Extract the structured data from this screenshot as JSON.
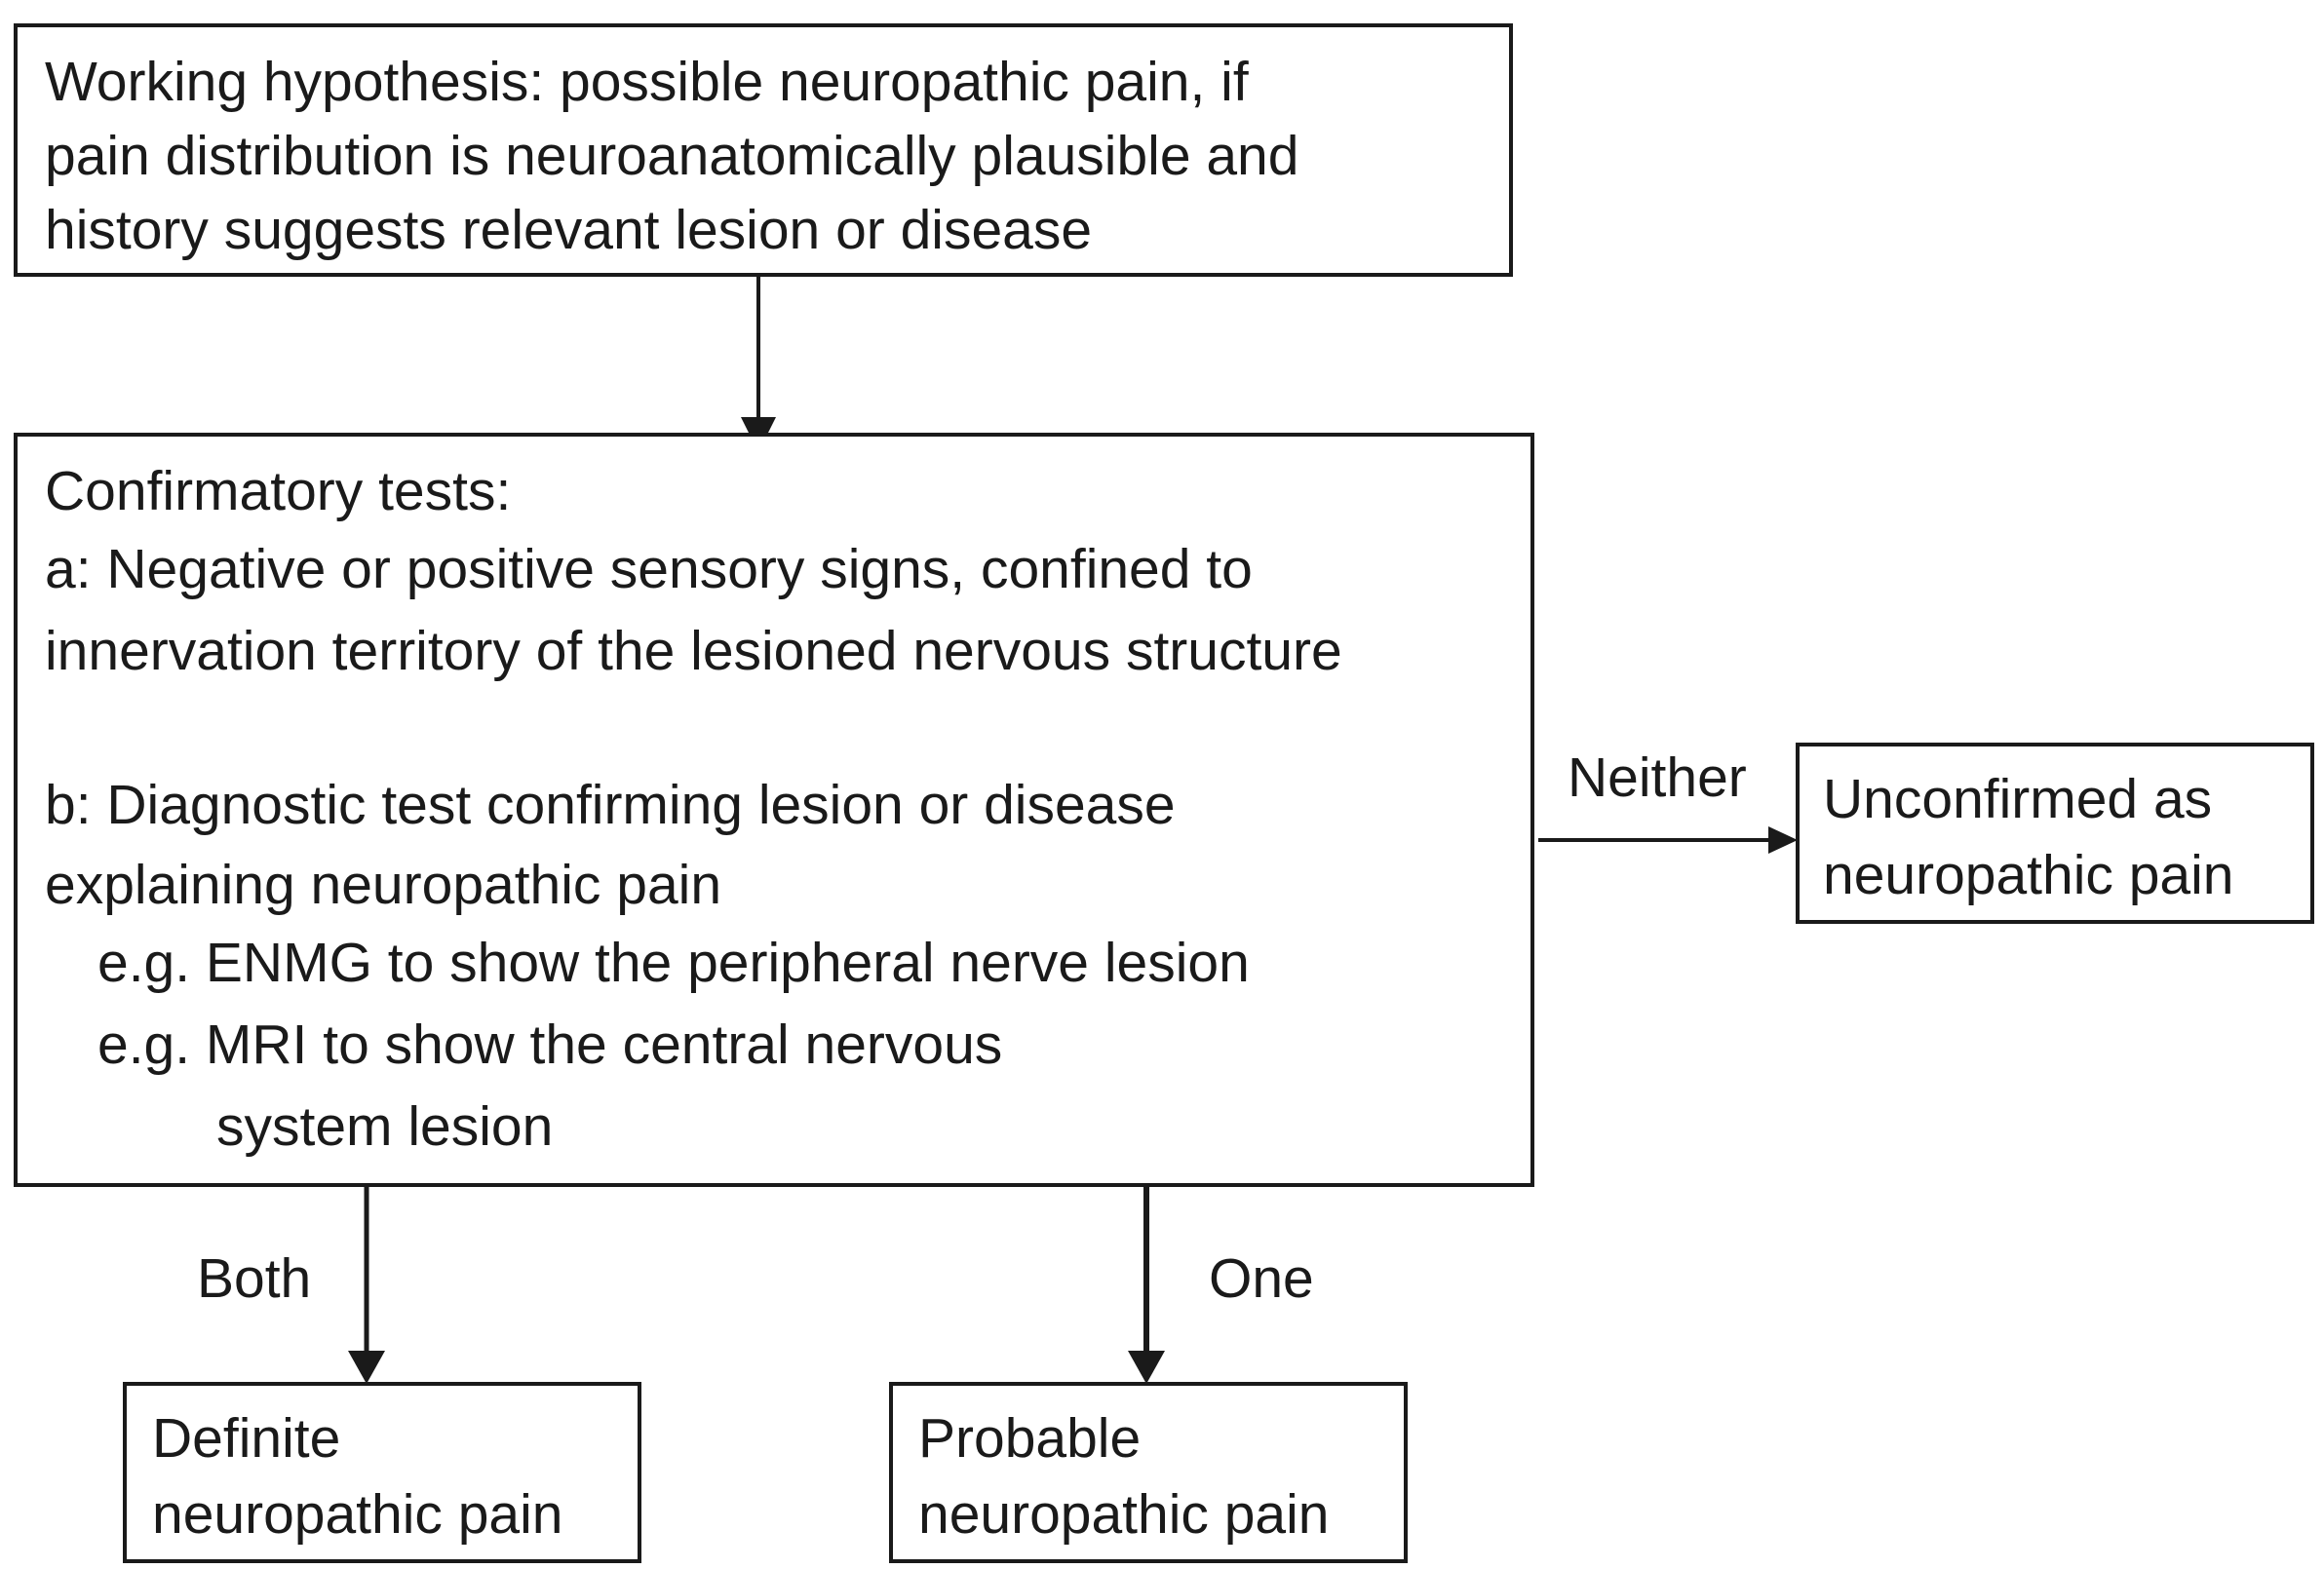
{
  "nodes": {
    "hypothesis": {
      "lines": [
        "Working hypothesis: possible neuropathic pain, if",
        "pain distribution is neuroanatomically plausible and",
        "history suggests relevant lesion or disease"
      ]
    },
    "tests": {
      "lines": [
        "Confirmatory tests:",
        "a: Negative or positive sensory signs, confined to",
        "innervation territory of the lesioned nervous structure",
        "b: Diagnostic test confirming lesion or disease",
        "explaining neuropathic pain",
        "e.g. ENMG to show the peripheral nerve lesion",
        "e.g. MRI to show the central nervous",
        "system lesion"
      ]
    },
    "unconfirmed": {
      "lines": [
        "Unconfirmed as",
        "neuropathic pain"
      ]
    },
    "definite": {
      "lines": [
        "Definite",
        "neuropathic pain"
      ]
    },
    "probable": {
      "lines": [
        "Probable",
        "neuropathic pain"
      ]
    }
  },
  "edges": {
    "hypothesis_to_tests": {
      "label": ""
    },
    "tests_to_unconfirmed": {
      "label": "Neither"
    },
    "tests_to_definite": {
      "label": "Both"
    },
    "tests_to_probable": {
      "label": "One"
    }
  },
  "colors": {
    "stroke": "#1a1a1a",
    "background": "#ffffff"
  }
}
